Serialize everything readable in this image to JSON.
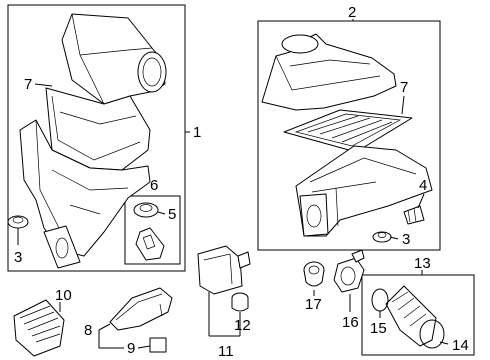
{
  "diagram": {
    "callouts": {
      "c1": "1",
      "c2": "2",
      "c3a": "3",
      "c3b": "3",
      "c4": "4",
      "c5": "5",
      "c6": "6",
      "c7a": "7",
      "c7b": "7",
      "c8": "8",
      "c9": "9",
      "c10": "10",
      "c11": "11",
      "c12": "12",
      "c13": "13",
      "c14": "14",
      "c15": "15",
      "c16": "16",
      "c17": "17"
    }
  }
}
